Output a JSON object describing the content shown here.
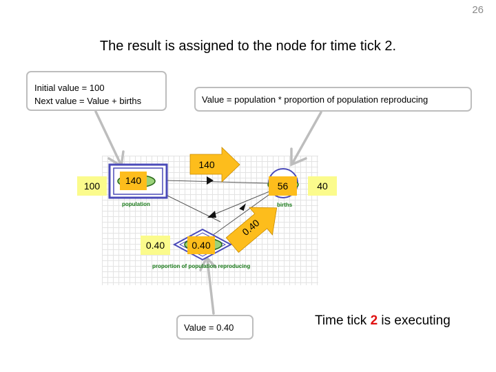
{
  "slide": {
    "number": "26",
    "title": "The result is assigned to the node for time tick 2."
  },
  "callouts": {
    "population": {
      "line1": "Initial value = 100",
      "line2": "Next value = Value + births"
    },
    "births": {
      "text": "Value = population * proportion of population reproducing"
    },
    "proportion": {
      "text": "Value = 0.40"
    }
  },
  "nodes": {
    "population": {
      "label": "population",
      "prev_value": "100",
      "current_value": "140"
    },
    "births": {
      "label": "births",
      "current_value": "56",
      "prev_value": "40"
    },
    "proportion": {
      "label": "proportion of population reproducing",
      "prev_value": "0.40",
      "current_value": "0.40"
    }
  },
  "flow_arrows": {
    "to_births": "140",
    "from_proportion": "0.40"
  },
  "status": {
    "prefix": "Time tick ",
    "tick": "2",
    "suffix": " is executing"
  },
  "colors": {
    "highlight_yellow": "#fbfb8c",
    "arrow_orange": "#fdbd1c",
    "node_outline": "#4a4ab8",
    "label_green": "#1a7a1a",
    "tick_red": "#e01010"
  }
}
